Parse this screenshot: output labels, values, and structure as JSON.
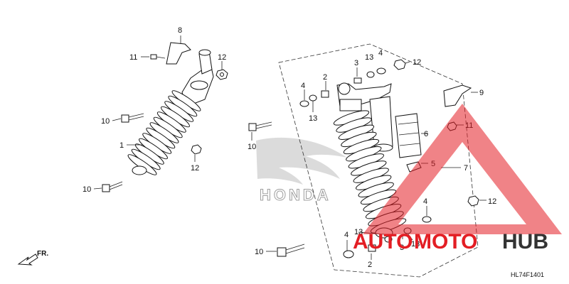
{
  "diagram": {
    "code": "HL74F1401",
    "direction_label": "FR.",
    "watermark_text": "HONDA",
    "brand": {
      "left": "AUTO",
      "middle": "MOTO",
      "right": "HUB",
      "color_red": "#e31e24",
      "color_dark": "#333333"
    },
    "callouts": [
      {
        "id": "c8a",
        "label": "8"
      },
      {
        "id": "c11a",
        "label": "11"
      },
      {
        "id": "c12a",
        "label": "12"
      },
      {
        "id": "c10a",
        "label": "10"
      },
      {
        "id": "c1",
        "label": "1"
      },
      {
        "id": "c12b",
        "label": "12"
      },
      {
        "id": "c10b",
        "label": "10"
      },
      {
        "id": "c3a",
        "label": "3"
      },
      {
        "id": "c13a",
        "label": "13"
      },
      {
        "id": "c4a",
        "label": "4"
      },
      {
        "id": "c12c",
        "label": "12"
      },
      {
        "id": "c4b",
        "label": "4"
      },
      {
        "id": "c2a",
        "label": "2"
      },
      {
        "id": "c13b",
        "label": "13"
      },
      {
        "id": "c10c",
        "label": "10"
      },
      {
        "id": "c9",
        "label": "9"
      },
      {
        "id": "c11b",
        "label": "11"
      },
      {
        "id": "c6",
        "label": "6"
      },
      {
        "id": "c5",
        "label": "5"
      },
      {
        "id": "c7",
        "label": "7"
      },
      {
        "id": "c4c",
        "label": "4"
      },
      {
        "id": "c12d",
        "label": "12"
      },
      {
        "id": "c13c",
        "label": "13"
      },
      {
        "id": "c4d",
        "label": "4"
      },
      {
        "id": "c3b",
        "label": "3"
      },
      {
        "id": "c13d",
        "label": "13"
      },
      {
        "id": "c10d",
        "label": "10"
      },
      {
        "id": "c2b",
        "label": "2"
      }
    ]
  }
}
